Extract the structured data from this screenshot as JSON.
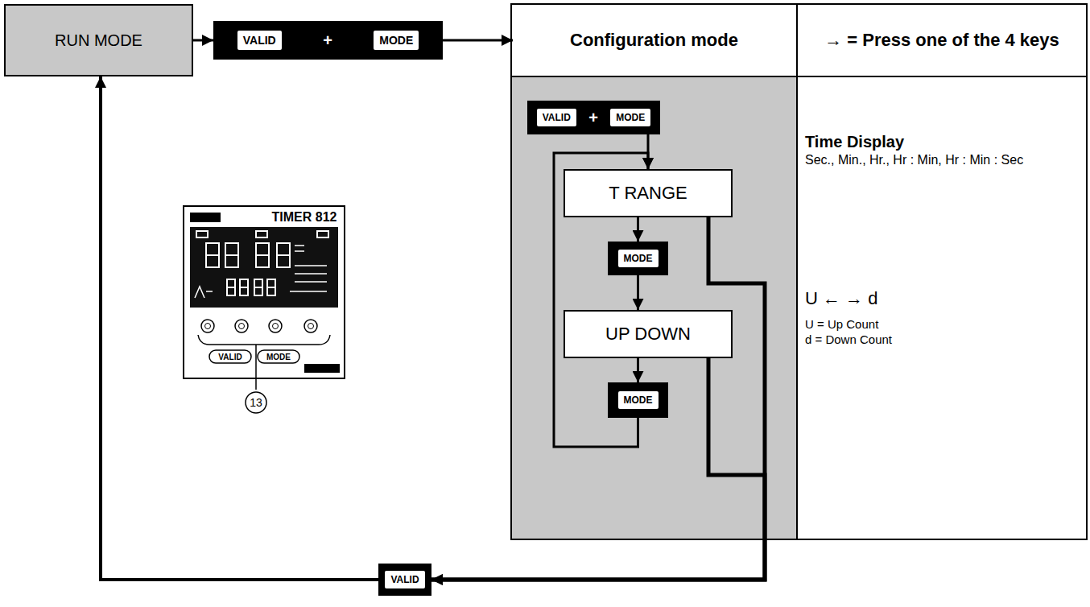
{
  "diagram": {
    "nodes": [
      {
        "text": [
          "RUN MODE"
        ]
      },
      {
        "text": [
          "VALID",
          "+",
          "MODE"
        ]
      },
      {
        "text": [
          "Configuration mode"
        ]
      },
      {
        "text": [
          "→ = Press one of the 4 keys"
        ]
      },
      {
        "text": [
          "Time Display",
          "Sec., Min., Hr., Hr : Min, Hr : Min : Sec",
          "U ← → d",
          "U = Up Count",
          "d = Down Count"
        ]
      },
      {
        "text": [
          "VALID",
          "+",
          "MODE"
        ]
      },
      {
        "text": [
          "T RANGE"
        ]
      },
      {
        "text": [
          "MODE"
        ]
      },
      {
        "text": [
          "UP DOWN"
        ]
      },
      {
        "text": [
          "MODE"
        ]
      },
      {
        "text": [
          "VALID"
        ]
      }
    ],
    "edges": [
      {
        "from": 0,
        "to": 1,
        "arrow": "to"
      },
      {
        "from": 1,
        "to": 2,
        "arrow": "to"
      },
      {
        "from": 5,
        "to": 6,
        "arrow": "to"
      },
      {
        "from": 6,
        "to": 7,
        "arrow": "to"
      },
      {
        "from": 7,
        "to": 8,
        "arrow": "to"
      },
      {
        "from": 8,
        "to": 9,
        "arrow": "to"
      },
      {
        "from": 9,
        "to": 6,
        "arrow": "to"
      },
      {
        "from": 6,
        "to": 10,
        "arrow": "to"
      },
      {
        "from": 8,
        "to": 10,
        "arrow": "to"
      },
      {
        "from": 10,
        "to": 0,
        "arrow": "to"
      }
    ],
    "labels": [
      "TIMER 812",
      "VALID",
      "MODE",
      "13"
    ]
  }
}
